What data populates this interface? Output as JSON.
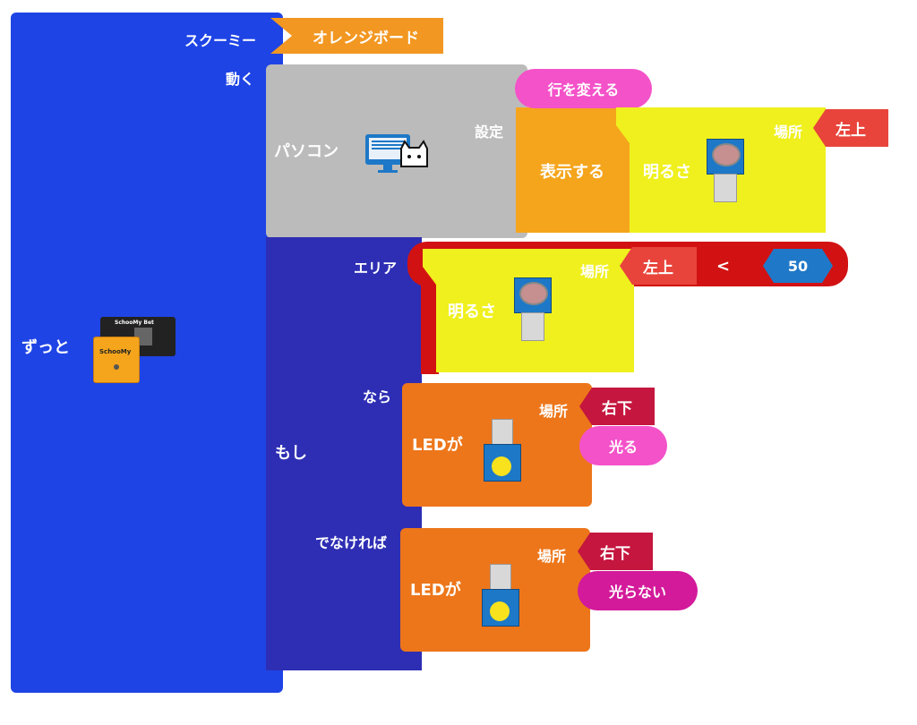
{
  "colors": {
    "forever": "#1e44e6",
    "if_block": "#2d2eb4",
    "pc_block": "#bbbbbb",
    "show_block": "#f4a51c",
    "brightness": "#f0f01e",
    "compare": "#d21212",
    "led_block": "#ec7619",
    "location_tag": "#e8443c",
    "location_tag_dark": "#c4163e",
    "pink_pill": "#f452c9",
    "magenta_pill": "#d31a9b",
    "orange_label": "#f29722",
    "number_hex": "#1f78c8"
  },
  "forever": {
    "label": "ずっと"
  },
  "scratchy": {
    "label": "スクーミー",
    "value": "オレンジボード"
  },
  "move": {
    "label": "動く"
  },
  "pc": {
    "label": "パソコン",
    "setting_label": "設定",
    "icon": "monitor-cat-icon"
  },
  "show": {
    "label": "表示する",
    "newline": "行を変える",
    "brightness_label": "明るさ",
    "location_label": "場所",
    "location_value": "左上",
    "sensor_icon": "light-sensor-icon"
  },
  "if_block": {
    "label": "もし",
    "area_label": "エリア",
    "brightness_label": "明るさ",
    "location_label": "場所",
    "location_value": "左上",
    "operator": "<",
    "threshold": "50",
    "then_label": "なら",
    "else_label": "でなければ"
  },
  "led_on": {
    "label": "LEDが",
    "location_label": "場所",
    "location_value": "右下",
    "action": "光る",
    "icon": "led-output-icon"
  },
  "led_off": {
    "label": "LEDが",
    "location_label": "場所",
    "location_value": "右下",
    "action": "光らない",
    "icon": "led-output-icon"
  },
  "board_icon": {
    "name": "schoomy-board-icon",
    "top_text": "SchooMy Bet",
    "front_text": "SchooMy"
  }
}
